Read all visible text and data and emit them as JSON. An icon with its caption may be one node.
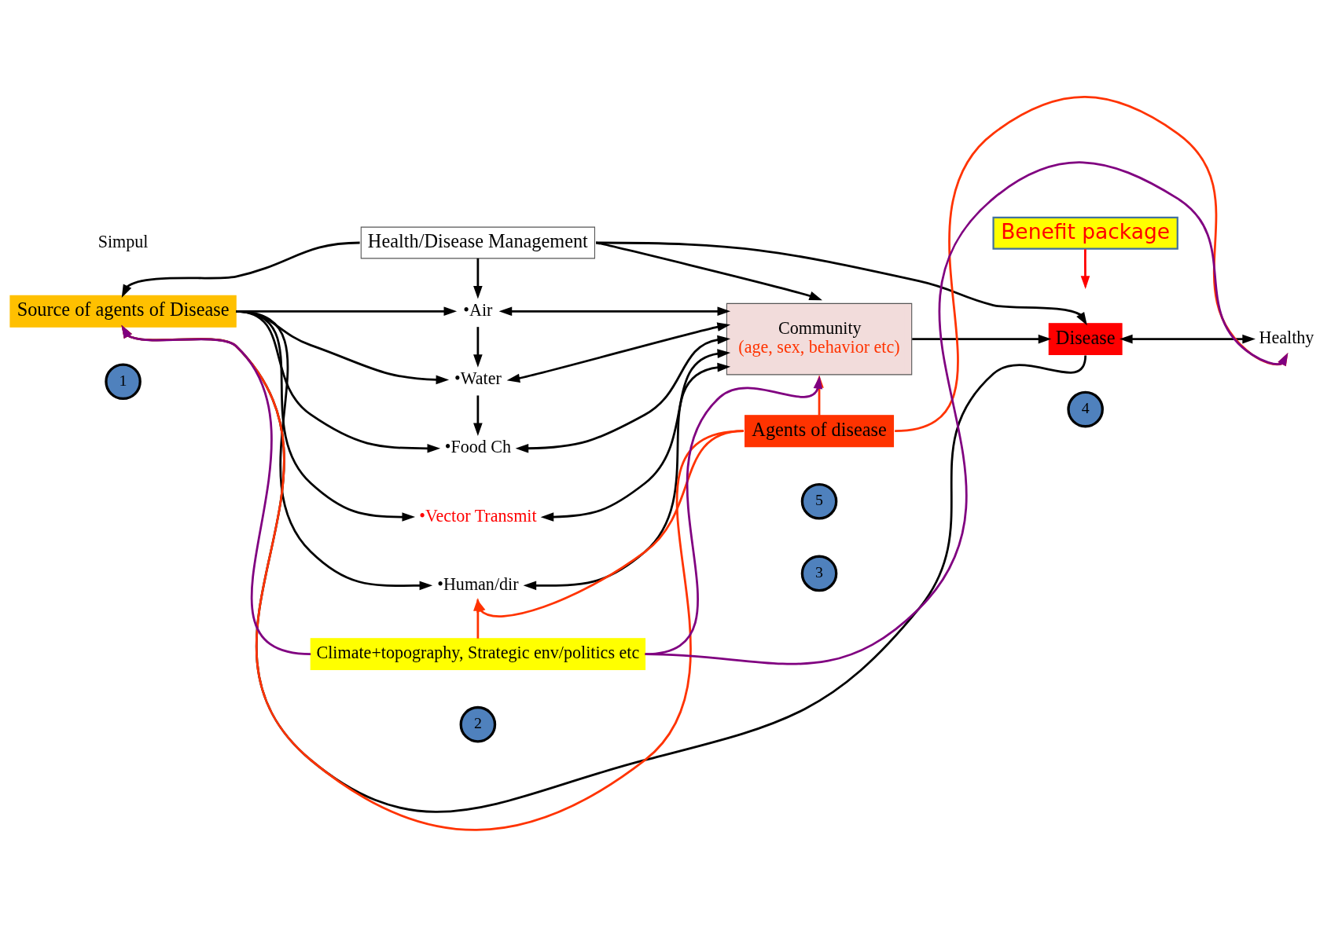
{
  "diagram": {
    "nodes": [
      {
        "text": [
          "Health/Disease Management"
        ]
      },
      {
        "text": [
          "Benefit package"
        ]
      },
      {
        "text": [
          "Source of agents of Disease"
        ]
      },
      {
        "text": [
          "•Air"
        ]
      },
      {
        "text": [
          "•Water"
        ]
      },
      {
        "text": [
          "•Food Ch"
        ]
      },
      {
        "text": [
          "•Vector Transmit"
        ]
      },
      {
        "text": [
          "•Human/dir"
        ]
      },
      {
        "text": [
          "Community",
          "(age, sex, behavior etc)"
        ]
      },
      {
        "text": [
          "Disease"
        ]
      },
      {
        "text": [
          "Healthy"
        ]
      },
      {
        "text": [
          "Agents of disease"
        ]
      },
      {
        "text": [
          "Climate+topography, Strategic env/politics etc"
        ]
      },
      {
        "text": [
          "1"
        ]
      },
      {
        "text": [
          "2"
        ]
      },
      {
        "text": [
          "3"
        ]
      },
      {
        "text": [
          "4"
        ]
      },
      {
        "text": [
          "5"
        ]
      }
    ],
    "edges": [
      {
        "from": 0,
        "to": 2,
        "arrow": "to"
      },
      {
        "from": 0,
        "to": 3,
        "arrow": "to"
      },
      {
        "from": 0,
        "to": 8,
        "arrow": "to"
      },
      {
        "from": 0,
        "to": 9,
        "arrow": "to"
      },
      {
        "from": 1,
        "to": null,
        "arrow": "to",
        "color": "#ff0000"
      },
      {
        "from": 3,
        "to": 4,
        "arrow": "to"
      },
      {
        "from": 4,
        "to": 5,
        "arrow": "to"
      },
      {
        "from": 2,
        "to": 3,
        "arrow": "to"
      },
      {
        "from": 2,
        "to": 4,
        "arrow": "to"
      },
      {
        "from": 2,
        "to": 5,
        "arrow": "to"
      },
      {
        "from": 2,
        "to": 6,
        "arrow": "to"
      },
      {
        "from": 2,
        "to": 7,
        "arrow": "to"
      },
      {
        "from": 3,
        "to": 8,
        "arrow": "both"
      },
      {
        "from": 4,
        "to": 8,
        "arrow": "both"
      },
      {
        "from": 5,
        "to": 8,
        "arrow": "both"
      },
      {
        "from": 6,
        "to": 8,
        "arrow": "both"
      },
      {
        "from": 7,
        "to": 8,
        "arrow": "both"
      },
      {
        "from": 8,
        "to": 9,
        "arrow": "to"
      },
      {
        "from": 9,
        "to": 10,
        "arrow": "both"
      },
      {
        "from": 9,
        "to": 2,
        "arrow": "to"
      },
      {
        "from": 11,
        "to": 2,
        "arrow": "to",
        "color": "#ff3300"
      },
      {
        "from": 11,
        "to": 7,
        "arrow": "to",
        "color": "#ff3300"
      },
      {
        "from": 11,
        "to": 8,
        "arrow": "to",
        "color": "#ff3300"
      },
      {
        "from": 11,
        "to": 10,
        "arrow": "to",
        "color": "#ff3300"
      },
      {
        "from": 12,
        "to": 2,
        "arrow": "to",
        "color": "#800080"
      },
      {
        "from": 12,
        "to": 7,
        "arrow": "to",
        "color": "#ff3300"
      },
      {
        "from": 12,
        "to": 8,
        "arrow": "to",
        "color": "#800080"
      },
      {
        "from": 12,
        "to": 10,
        "arrow": "to",
        "color": "#800080"
      }
    ],
    "labels": [
      "Simpul"
    ]
  }
}
